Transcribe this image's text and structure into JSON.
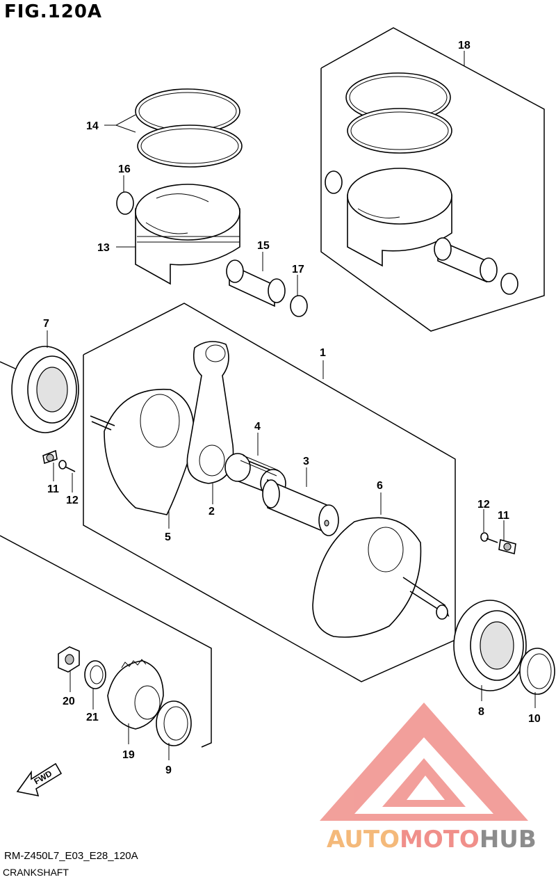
{
  "figure": {
    "title": "FIG.120A",
    "code": "RM-Z450L7_E03_E28_120A",
    "caption": "CRANKSHAFT"
  },
  "callouts": [
    "1",
    "2",
    "3",
    "4",
    "5",
    "6",
    "7",
    "8",
    "9",
    "10",
    "11",
    "12",
    "11",
    "12",
    "13",
    "14",
    "15",
    "16",
    "17",
    "18",
    "19",
    "20",
    "21"
  ],
  "fwd_label": "FWD",
  "watermark": {
    "part1": "AUTO",
    "part2": "MOTO",
    "part3": "HUB",
    "color1": "#f4b97a",
    "color2": "#f08f8a",
    "color3": "#8c8c8c",
    "logo_color": "#f08f8a"
  }
}
